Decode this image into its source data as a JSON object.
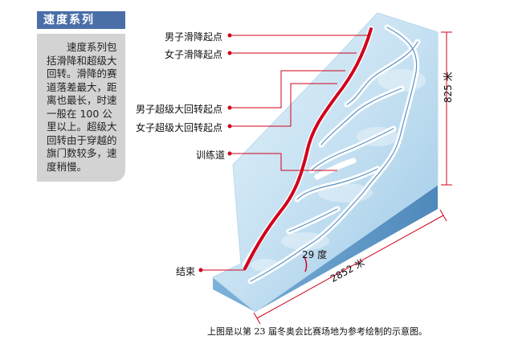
{
  "header": {
    "title": "速度系列"
  },
  "description": "速度系列包括滑降和超级大回转。滑降的赛道落差最大，距离也最长，时速一般在 100 公里以上。超级大回转由于穿越的旗门数较多，速度稍慢。",
  "labels": {
    "men_downhill_start": "男子滑降起点",
    "women_downhill_start": "女子滑降起点",
    "men_super_g_start": "男子超级大回转起点",
    "women_super_g_start": "女子超级大回转起点",
    "training_route": "训练道",
    "finish": "结束"
  },
  "dimensions": {
    "height": "825 米",
    "length": "2852 米",
    "angle": "29 度"
  },
  "caption": "上图是以第 23 届冬奥会比赛场地为参考绘制的示意图。",
  "colors": {
    "header_bg": "#4a6fa8",
    "course_red": "#d0021b",
    "ice_light": "#d8ecf7",
    "ice_mid": "#a9cfea",
    "ice_dark": "#6fa6cf"
  }
}
